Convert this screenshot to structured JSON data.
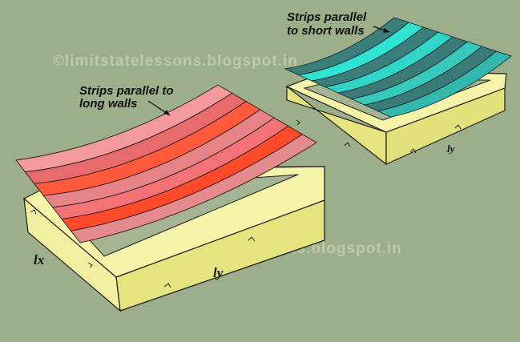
{
  "watermarks": [
    "©limitstatelessons.blogspot.in",
    "©limitstatelessons.blogspot.in"
  ],
  "left_slab": {
    "annotation": [
      "Strips parallel to",
      "long walls"
    ],
    "label_short_side": "lx",
    "label_long_side": "ly",
    "strip_colors": [
      "#f39b9c",
      "#e76a6d",
      "#ff5a3c",
      "#e58387",
      "#f27275",
      "#ff4b2a",
      "#e58a8d"
    ],
    "wall_color": "#f0ef9a"
  },
  "right_slab": {
    "annotation": [
      "Strips parallel",
      "to short walls"
    ],
    "label_long_side": "ly",
    "strip_colors": [
      "#3a7f7b",
      "#2fe3d3",
      "#3b7f7c",
      "#2fd5c6",
      "#3c7a78",
      "#36c9bc",
      "#3a7a77",
      "#34b8ad"
    ],
    "wall_color": "#f0ef9a"
  }
}
